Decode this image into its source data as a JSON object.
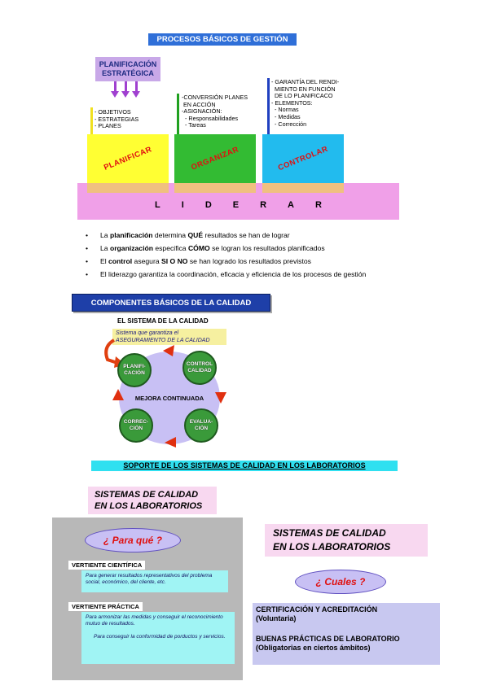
{
  "section1": {
    "title": "PROCESOS BÁSICOS DE GESTIÓN",
    "planificacion_estrategica": [
      "PLANIFICACIÓN",
      "ESTRATÉGICA"
    ],
    "list_planificar": "- OBJETIVOS\n- ESTRATEGIAS\n- PLANES",
    "list_organizar": "-CONVERSIÓN PLANES\n EN ACCIÓN\n-ASIGNACIÓN:\n  - Responsabilidades\n  - Tareas",
    "list_controlar": "- GARANTÍA DEL RENDI-\n  MIENTO EN FUNCIÓN\n  DE LO PLANIFICACO\n- ELEMENTOS:\n  - Normas\n  - Medidas\n  - Corrección",
    "box_planificar": "PLANIFICAR",
    "box_organizar": "ORGANIZAR",
    "box_controlar": "CONTROLAR",
    "liderar": "LIDERAR",
    "colors": {
      "planificar": "#ffff33",
      "organizar": "#33bb33",
      "controlar": "#22bbee",
      "liderar": "#f0a0e8"
    }
  },
  "bullets": [
    {
      "a": "La ",
      "b": "planificación",
      "c": " determina ",
      "d": "QUÉ",
      "e": " resultados se han de lograr"
    },
    {
      "a": "La ",
      "b": "organización",
      "c": " especifica ",
      "d": "CÓMO",
      "e": " se logran los resultados planificados"
    },
    {
      "a": "El ",
      "b": "control",
      "c": " asegura ",
      "d": "SI O NO",
      "e": " se han logrado los resultados previstos"
    },
    {
      "a": "El liderazgo garantiza la coordinación, eficacia y eficiencia de los procesos de gestión",
      "b": "",
      "c": "",
      "d": "",
      "e": ""
    }
  ],
  "section2": {
    "title": "COMPONENTES BÁSICOS DE LA CALIDAD",
    "system_title": "EL SISTEMA DE LA CALIDAD",
    "system_sub1": "Sistema que garantiza el",
    "system_sub2": "ASEGURAMIENTO DE LA CALIDAD",
    "center": "MEJORA CONTINUADA",
    "nodes": {
      "planificacion": "PLANIFI-\nCACIÓN",
      "control": "CONTROL\nCALIDAD",
      "correccion": "CORREC-\nCIÓN",
      "evaluacion": "EVALUA-\nCIÓN"
    }
  },
  "section3": {
    "title": "SOPORTE DE LOS SISTEMAS DE CALIDAD EN LOS LABORATORIOS",
    "left_title": [
      "SISTEMAS DE CALIDAD",
      "EN LOS LABORATORIOS"
    ],
    "para_que": "¿ Para qué ?",
    "vertiente_cientifica": "VERTIENTE CIENTÍFICA",
    "cientifica_text": "Para generar resultados representativos del problema social, económico, del cliente, etc.",
    "vertiente_practica": "VERTIENTE PRÁCTICA",
    "practica_text1": "Para armonizar las medidas y conseguir  el reconocimiento mutuo de resultados.",
    "practica_text2": "Para conseguir la conformidad de porductos y servicios.",
    "right_title": [
      "SISTEMAS DE CALIDAD",
      "EN LOS LABORATORIOS"
    ],
    "cuales": "¿ Cuales ?",
    "cert": "CERTIFICACIÓN Y ACREDITACIÓN",
    "cert_sub": "(Voluntaria)",
    "bpl": "BUENAS PRÁCTICAS DE LABORATORIO",
    "bpl_sub": "(Obligatorias en ciertos ámbitos)"
  }
}
